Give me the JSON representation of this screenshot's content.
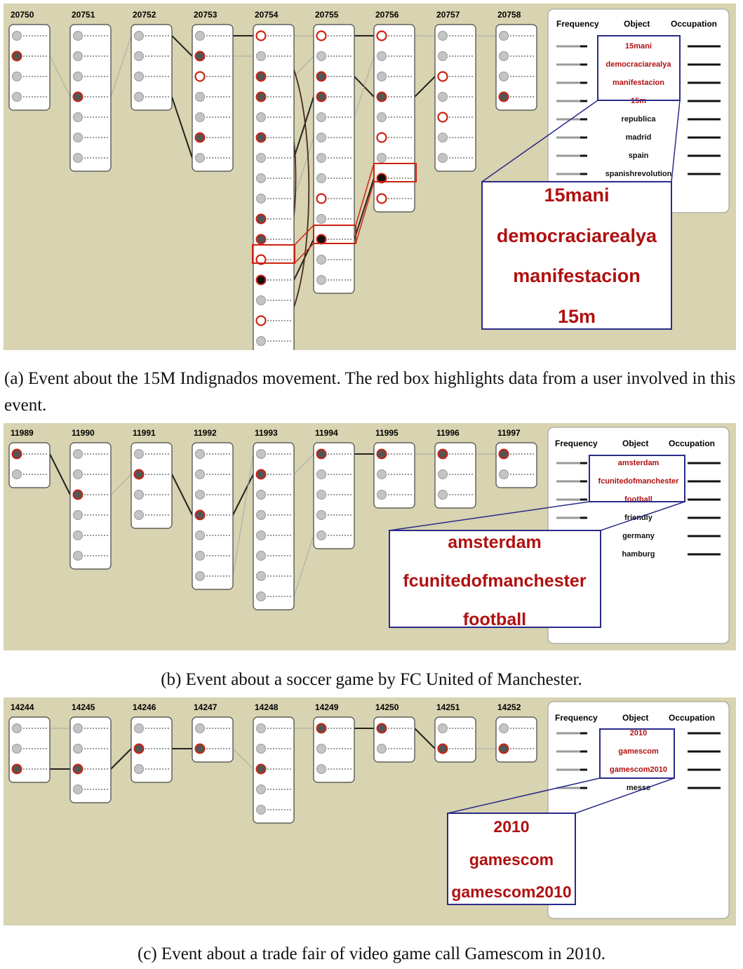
{
  "colors": {
    "background": "#d8d3b0",
    "highlight_red": "#cc2211",
    "zoom_border": "#2a2a8a",
    "term_red": "#b01010"
  },
  "panels": [
    {
      "id": "a",
      "column_labels": [
        "20750",
        "20751",
        "20752",
        "20753",
        "20754",
        "20755",
        "20756",
        "20757",
        "20758"
      ],
      "table_headers": [
        "Frequency",
        "Object",
        "Occupation"
      ],
      "objects": [
        "15mani",
        "democraciarealya",
        "manifestacion",
        "15m",
        "republica",
        "madrid",
        "spain",
        "spanishrevolution"
      ],
      "highlighted_objects": [
        "15mani",
        "democraciarealya",
        "manifestacion",
        "15m"
      ],
      "zoom_terms": [
        "15mani",
        "democraciarealya",
        "manifestacion",
        "15m"
      ],
      "caption": "(a) Event about the 15M Indignados movement. The red box highlights data from a user involved in this event."
    },
    {
      "id": "b",
      "column_labels": [
        "11989",
        "11990",
        "11991",
        "11992",
        "11993",
        "11994",
        "11995",
        "11996",
        "11997"
      ],
      "table_headers": [
        "Frequency",
        "Object",
        "Occupation"
      ],
      "objects": [
        "amsterdam",
        "fcunitedofmanchester",
        "football",
        "friendly",
        "germany",
        "hamburg"
      ],
      "highlighted_objects": [
        "amsterdam",
        "fcunitedofmanchester",
        "football"
      ],
      "zoom_terms": [
        "amsterdam",
        "fcunitedofmanchester",
        "football"
      ],
      "caption": "(b) Event about a soccer game by FC United of Manchester."
    },
    {
      "id": "c",
      "column_labels": [
        "14244",
        "14245",
        "14246",
        "14247",
        "14248",
        "14249",
        "14250",
        "14251",
        "14252"
      ],
      "table_headers": [
        "Frequency",
        "Object",
        "Occupation"
      ],
      "objects": [
        "2010",
        "gamescom",
        "gamescom2010",
        "messe"
      ],
      "highlighted_objects": [
        "2010",
        "gamescom",
        "gamescom2010"
      ],
      "zoom_terms": [
        "2010",
        "gamescom",
        "gamescom2010"
      ],
      "caption": "(c) Event about a trade fair of video game call Gamescom in 2010."
    }
  ]
}
